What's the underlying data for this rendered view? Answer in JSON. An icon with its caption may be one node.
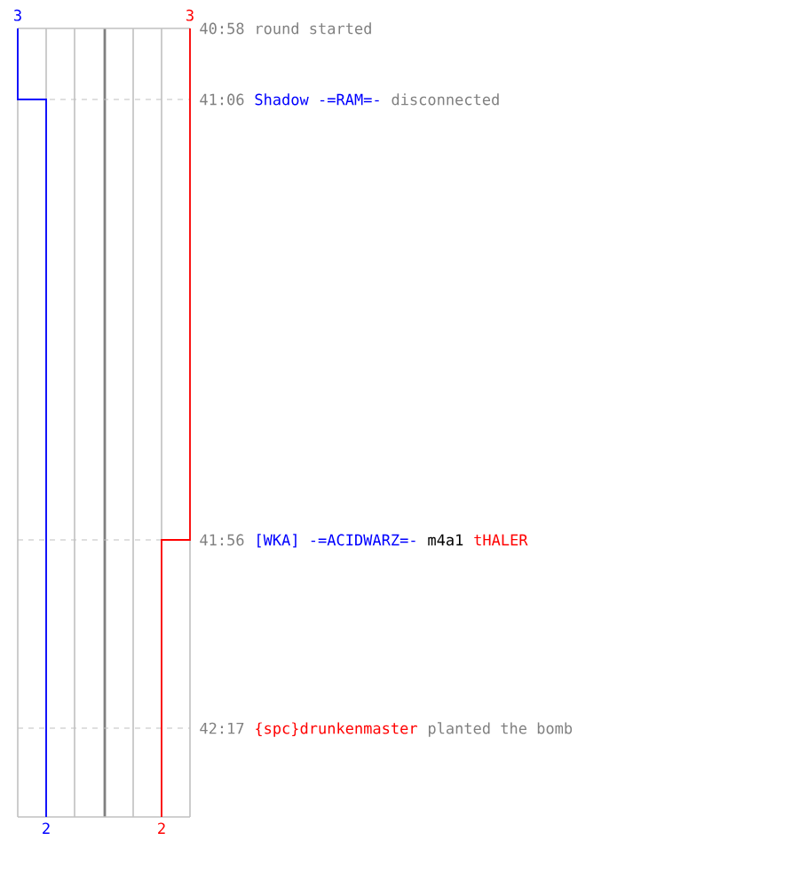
{
  "diagram": {
    "labels": [
      "3",
      "3",
      "40:58",
      "round started",
      "41:06",
      "Shadow -=RAM=-",
      "disconnected",
      "41:56",
      "[WKA] -=ACIDWARZ=-",
      "m4a1",
      "tHALER",
      "42:17",
      "{spc}drunkenmaster",
      "planted the bomb",
      "2",
      "2"
    ]
  }
}
